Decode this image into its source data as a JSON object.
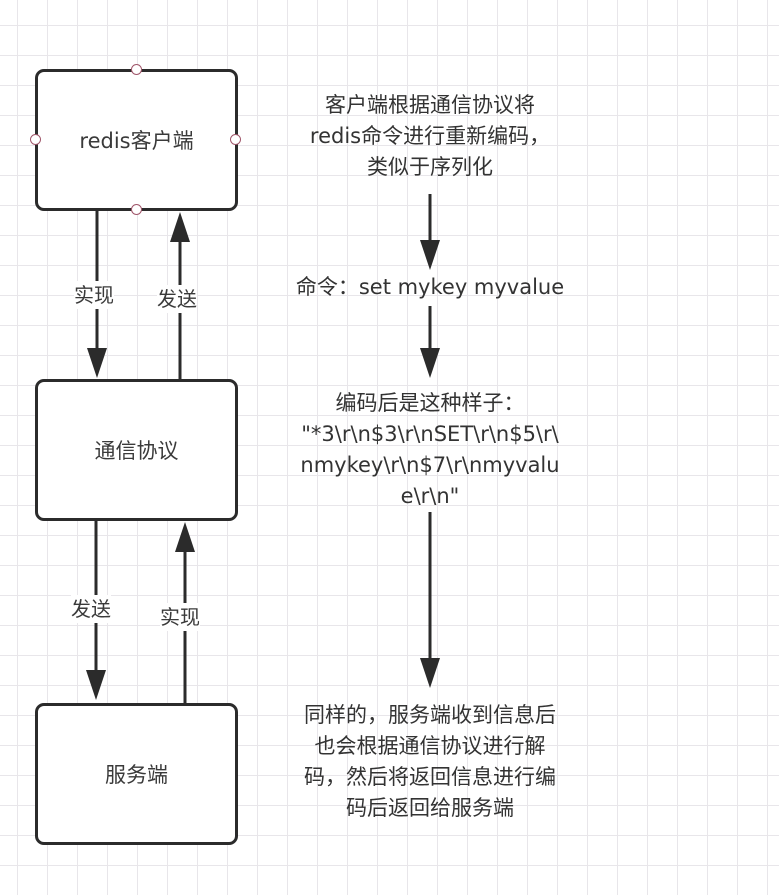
{
  "nodes": {
    "client": "redis客户端",
    "protocol": "通信协议",
    "server": "服务端"
  },
  "edges": {
    "client_to_protocol": "实现",
    "protocol_to_client": "发送",
    "protocol_to_server": "发送",
    "server_to_protocol": "实现"
  },
  "notes": {
    "encode_desc": [
      "客户端根据通信协议将",
      "redis命令进行重新编码，",
      "类似于序列化"
    ],
    "command": "命令：set mykey myvalue",
    "encoded_result": [
      "编码后是这种样子：",
      "\"*3\\r\\n$3\\r\\nSET\\r\\n$5\\r\\",
      "nmykey\\r\\n$7\\r\\nmyvalu",
      "e\\r\\n\""
    ],
    "server_desc": [
      "同样的，服务端收到信息后",
      "也会根据通信协议进行解",
      "码，然后将返回信息进行编",
      "码后返回给服务端"
    ]
  },
  "colors": {
    "stroke": "#2b2b2b",
    "port": "#a0566a",
    "grid": "#e8e6ea"
  }
}
